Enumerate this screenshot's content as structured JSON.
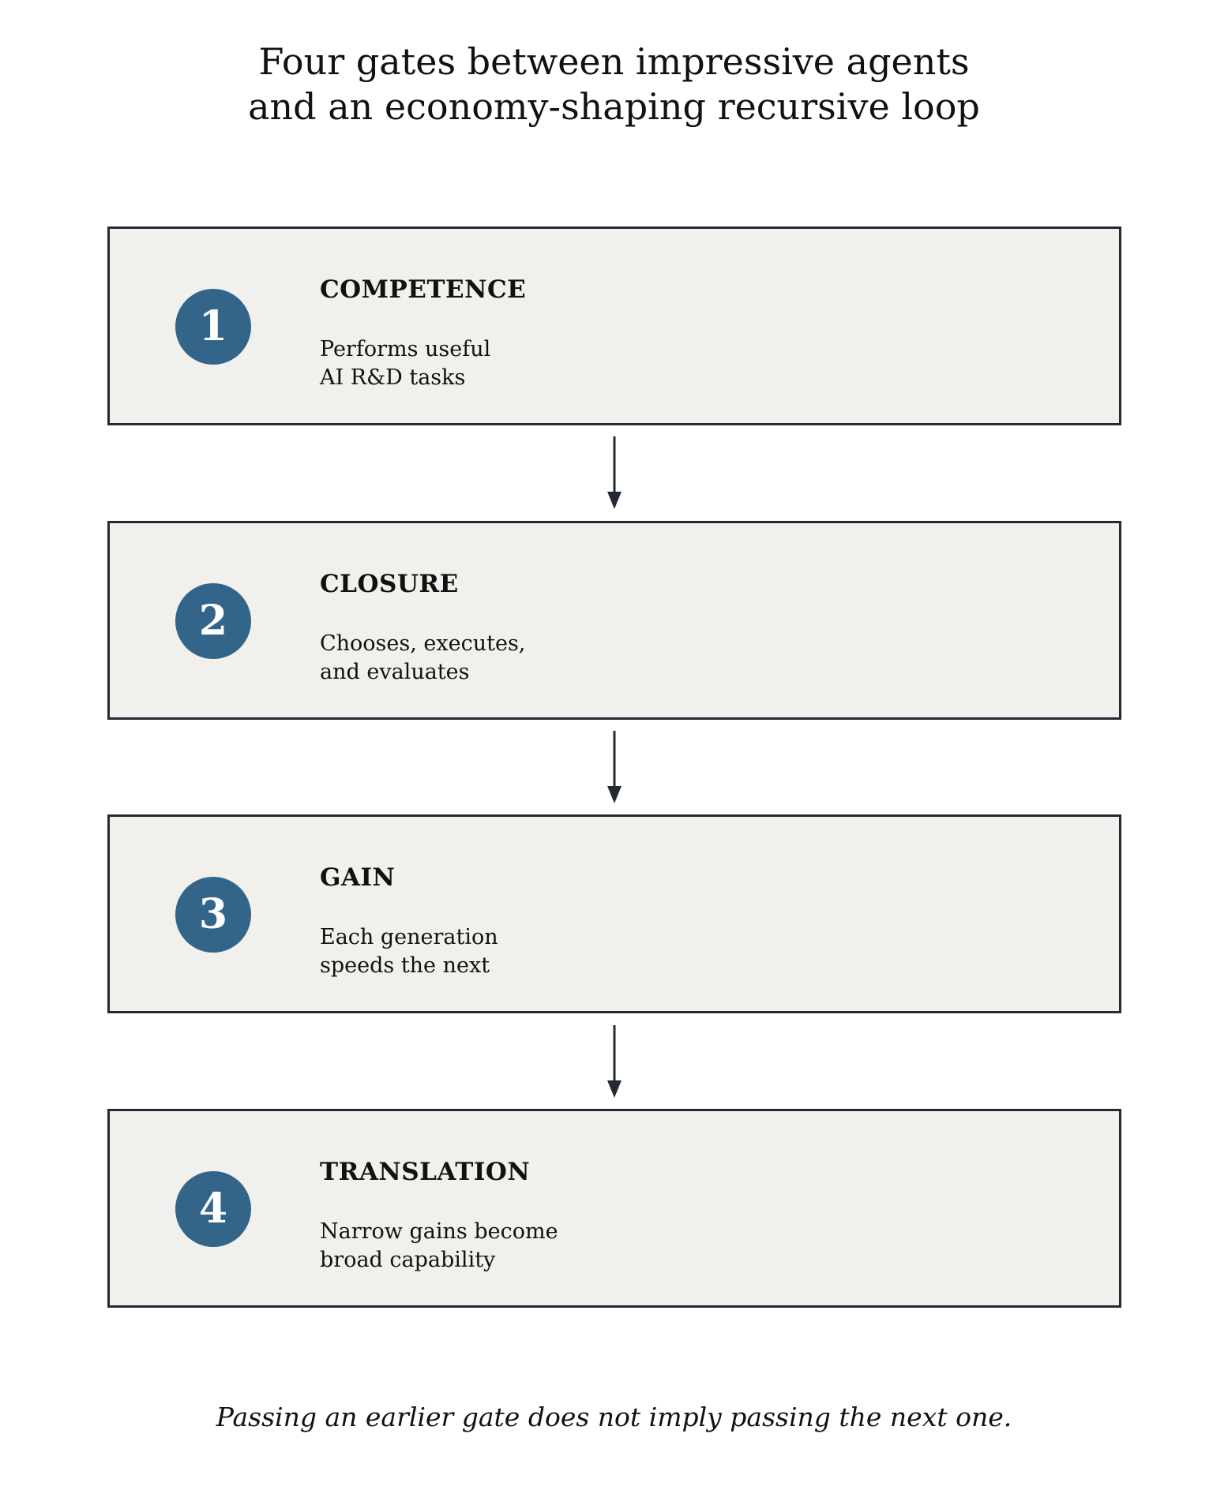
{
  "title": {
    "line1": "Four gates between impressive agents",
    "line2": "and an economy-shaping recursive loop"
  },
  "gates": [
    {
      "number": "1",
      "name": "COMPETENCE",
      "description_lines": [
        "Performs useful",
        "AI R&D tasks"
      ]
    },
    {
      "number": "2",
      "name": "CLOSURE",
      "description_lines": [
        "Chooses, executes,",
        "and evaluates"
      ]
    },
    {
      "number": "3",
      "name": "GAIN",
      "description_lines": [
        "Each generation",
        "speeds the next"
      ]
    },
    {
      "number": "4",
      "name": "TRANSLATION",
      "description_lines": [
        "Narrow gains become",
        "broad capability"
      ]
    }
  ],
  "footer": "Passing an earlier gate does not imply passing the next one.",
  "colors": {
    "circle": "#33658a",
    "box_fill": "#f2f0ec",
    "border": "#232a33",
    "arrow": "#232a33"
  }
}
